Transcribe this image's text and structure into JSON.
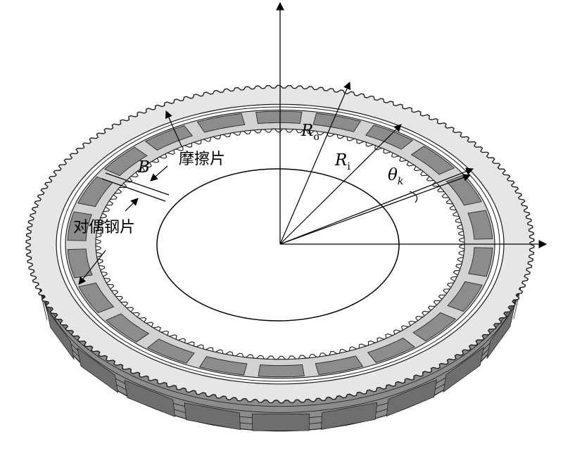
{
  "labels": {
    "friction_plate": "摩擦片",
    "mating_steel_plate": "对偶钢片",
    "thickness": "B",
    "outer_radius_sym": "R",
    "outer_radius_sub": "o",
    "inner_radius_sym": "R",
    "inner_radius_sub": "i",
    "angle_sym": "θ",
    "angle_sub": "k"
  },
  "colors": {
    "friction_segment": "#8c8c8c",
    "friction_segment_dark": "#6e6e6e",
    "friction_groove": "#d2d2d2",
    "steel_plate": "#e6e6e6",
    "outline": "#1a1a1a",
    "background": "#ffffff"
  },
  "counts": {
    "outer_teeth": 150,
    "inner_teeth": 110,
    "friction_segments": 22
  }
}
